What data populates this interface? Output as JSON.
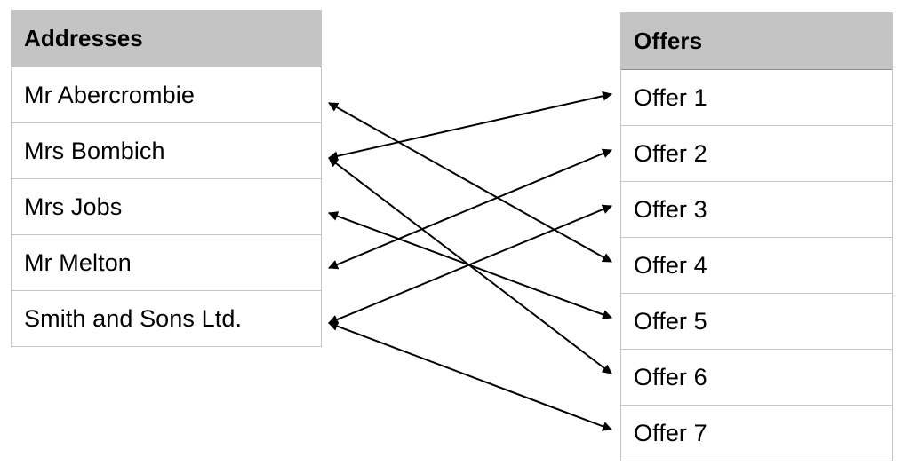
{
  "addresses": {
    "header": "Addresses",
    "rows": [
      "Mr Abercrombie",
      "Mrs Bombich",
      "Mrs Jobs",
      "Mr Melton",
      "Smith and Sons Ltd."
    ]
  },
  "offers": {
    "header": "Offers",
    "rows": [
      "Offer 1",
      "Offer 2",
      "Offer 3",
      "Offer 4",
      "Offer 5",
      "Offer 6",
      "Offer 7"
    ]
  },
  "connections": [
    {
      "address": "Mr Abercrombie",
      "offer": "Offer 4"
    },
    {
      "address": "Mrs Bombich",
      "offer": "Offer 1"
    },
    {
      "address": "Mrs Bombich",
      "offer": "Offer 6"
    },
    {
      "address": "Mrs Jobs",
      "offer": "Offer 5"
    },
    {
      "address": "Mr Melton",
      "offer": "Offer 2"
    },
    {
      "address": "Smith and Sons Ltd.",
      "offer": "Offer 3"
    },
    {
      "address": "Smith and Sons Ltd.",
      "offer": "Offer 7"
    }
  ],
  "colors": {
    "header_bg": "#c3c4c3",
    "border": "#c6c6c6",
    "line": "#000000"
  }
}
